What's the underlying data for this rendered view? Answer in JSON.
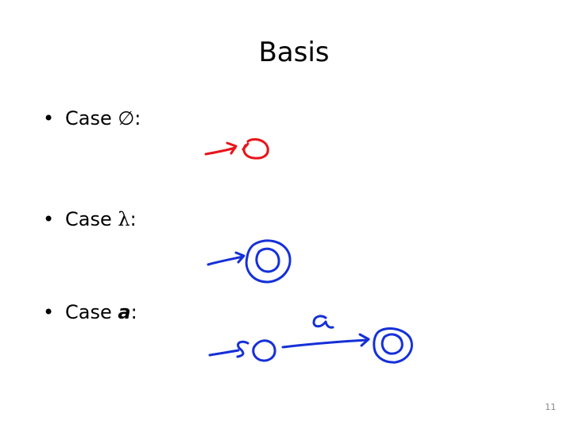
{
  "slide": {
    "title": "Basis",
    "bullets": [
      {
        "prefix": "Case ",
        "symbol": "∅",
        "suffix": ":"
      },
      {
        "prefix": "Case ",
        "symbol": "λ",
        "suffix": ":"
      },
      {
        "prefix": "Case ",
        "symbol": "a",
        "suffix": ":"
      }
    ],
    "bullet_marker": "•",
    "page_number": "11"
  },
  "colors": {
    "red_ink": "#e8141b",
    "blue_ink": "#1530d8"
  }
}
